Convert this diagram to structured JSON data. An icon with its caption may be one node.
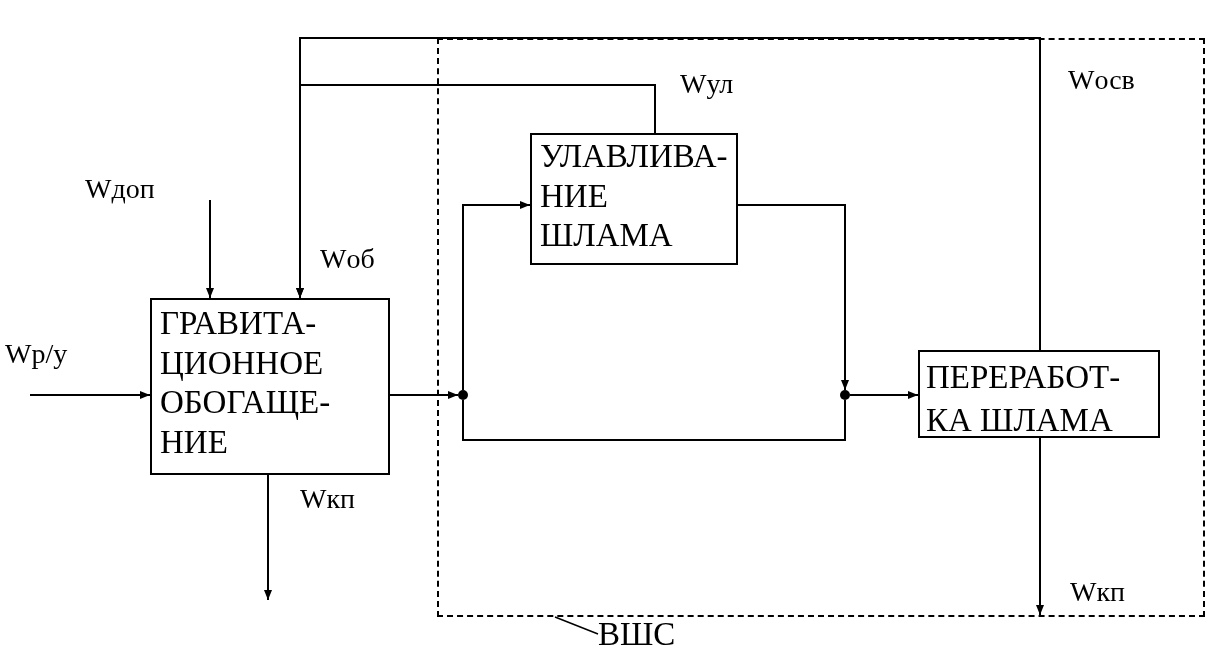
{
  "diagram": {
    "nodes": [
      {
        "text": [
          "ГРАВИТА- ЦИОННОЕ ОБОГАЩЕ- НИЕ"
        ]
      },
      {
        "text": [],
        "shape": "box"
      },
      {
        "text": [
          "УЛАВЛИВА- НИЕ ШЛАМА"
        ],
        "in": 1
      },
      {
        "text": [
          "ПЕРЕРАБОТ- КА ШЛАМА"
        ],
        "in": 1
      },
      {
        "text": [],
        "shape": "circle",
        "in": 1
      },
      {
        "text": [],
        "shape": "circle",
        "in": 1
      },
      {
        "text": [
          "ВШС"
        ]
      }
    ],
    "edges": [
      {
        "from": null,
        "to": 0,
        "arrow": "to",
        "label": "Wр/у"
      },
      {
        "from": null,
        "to": 0,
        "arrow": "to",
        "label": "Wдоп"
      },
      {
        "from": 0,
        "to": null,
        "arrow": "to",
        "label": "Wкп"
      },
      {
        "from": 0,
        "to": 4,
        "arrow": "to"
      },
      {
        "from": 4,
        "to": 2,
        "arrow": "to"
      },
      {
        "from": 4,
        "to": 5,
        "arrow": "none"
      },
      {
        "from": 2,
        "to": 5,
        "arrow": "to"
      },
      {
        "from": 5,
        "to": 3,
        "arrow": "to"
      },
      {
        "from": 3,
        "to": null,
        "arrow": "to",
        "label": "Wкп"
      },
      {
        "from": 2,
        "to": 0,
        "arrow": "to",
        "label": "Wул"
      },
      {
        "from": 3,
        "to": 0,
        "arrow": "to",
        "label": "Wосв"
      },
      {
        "from": 6,
        "to": 1,
        "arrow": "none"
      }
    ],
    "labels": [
      "Wоб"
    ]
  }
}
